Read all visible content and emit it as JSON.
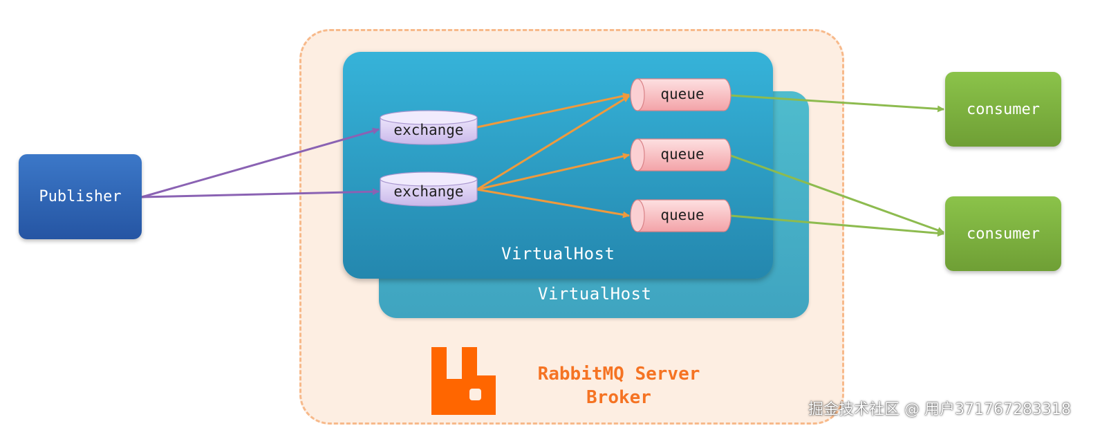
{
  "publisher": {
    "label": "Publisher"
  },
  "broker": {
    "title": "RabbitMQ Server",
    "subtitle": "Broker"
  },
  "virtual_hosts": [
    {
      "label": "VirtualHost"
    },
    {
      "label": "VirtualHost"
    }
  ],
  "exchanges": [
    {
      "label": "exchange"
    },
    {
      "label": "exchange"
    }
  ],
  "queues": [
    {
      "label": "queue"
    },
    {
      "label": "queue"
    },
    {
      "label": "queue"
    }
  ],
  "consumers": [
    {
      "label": "consumer"
    },
    {
      "label": "consumer"
    }
  ],
  "watermark": "掘金技术社区 @ 用户371767283318",
  "colors": {
    "publisher": "#2f66b7",
    "consumer": "#7cb342",
    "exchange": "#d9cdf2",
    "queue": "#f7b4b8",
    "virtualhost": "#2ea2cc",
    "broker_border": "#f7b98a",
    "brand": "#f57323",
    "arrow_publish": "#8a62b3",
    "arrow_route": "#ef9a3d",
    "arrow_consume": "#8dbb4f"
  }
}
